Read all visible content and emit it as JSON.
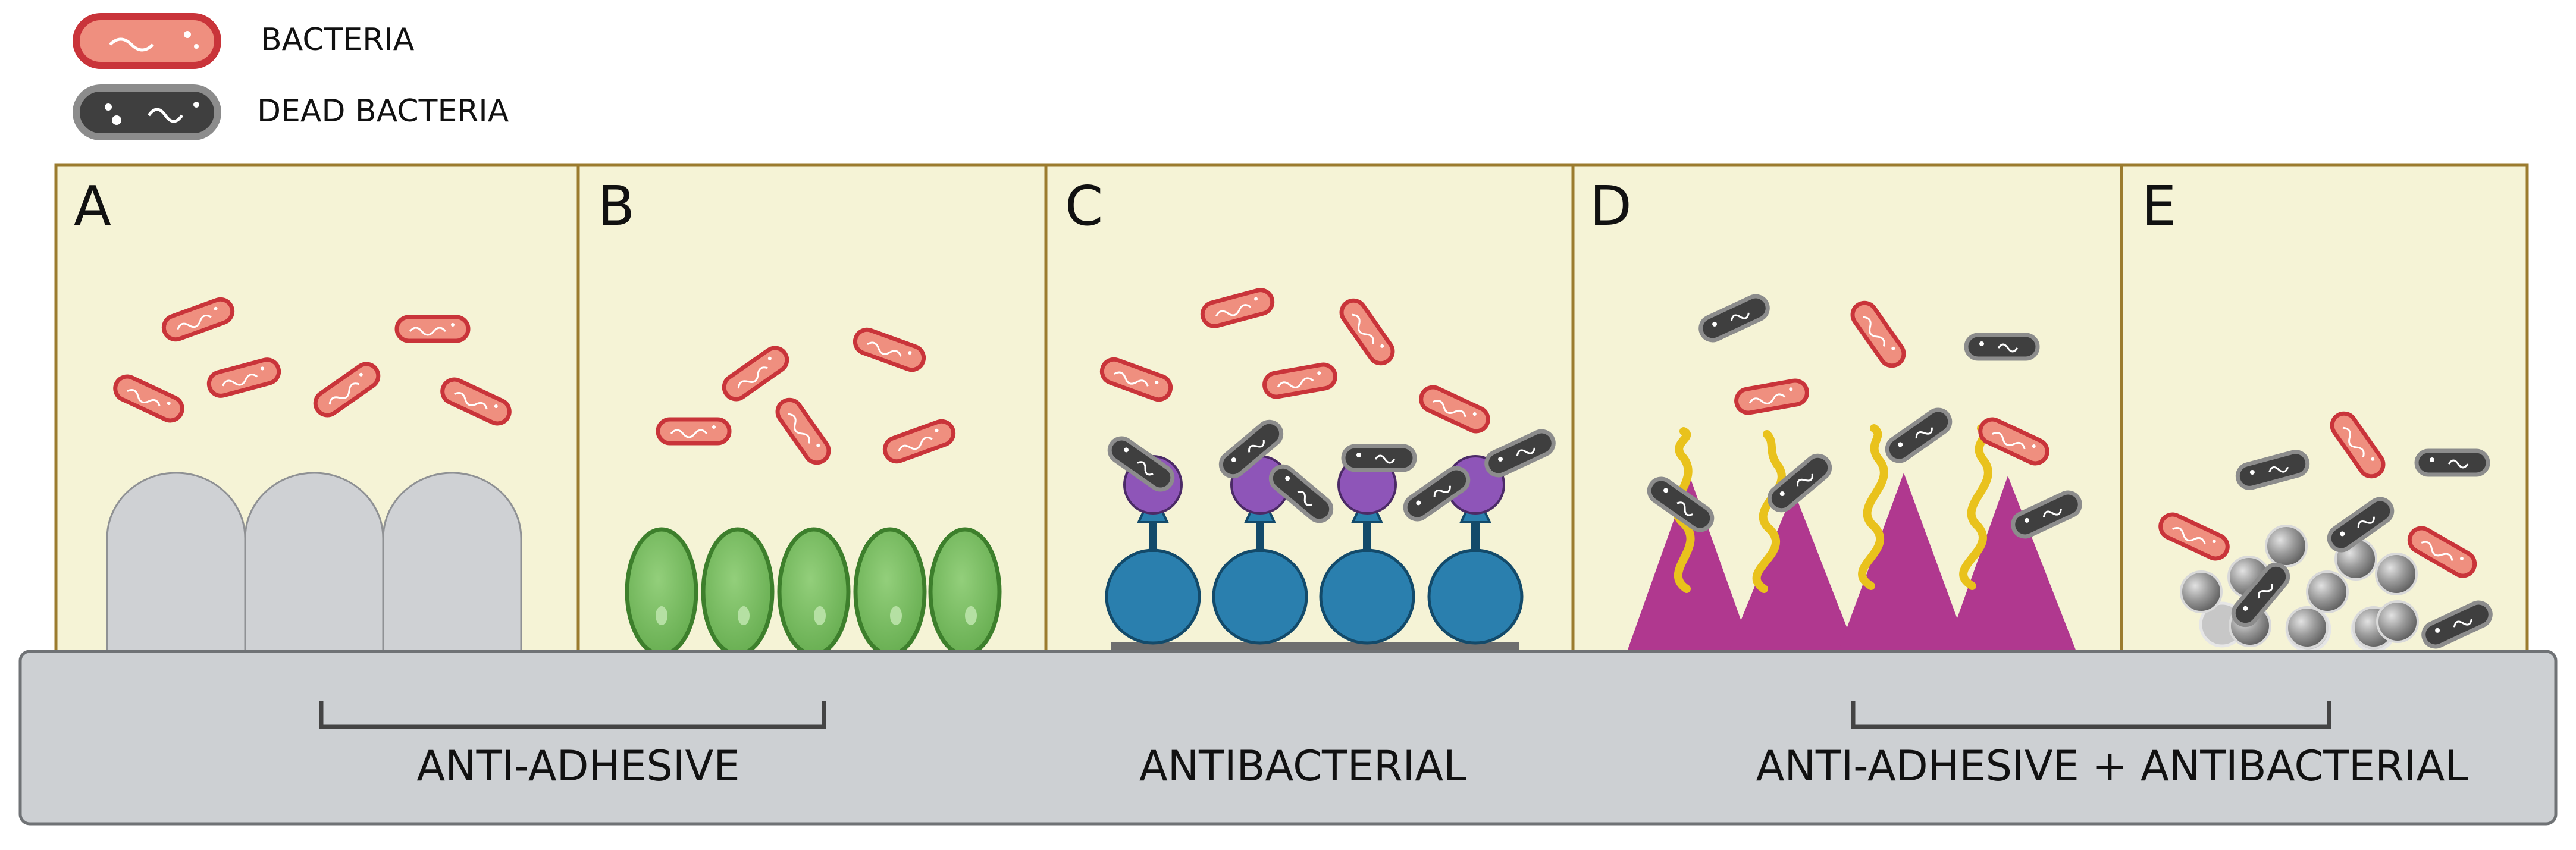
{
  "legend": {
    "bacteria_label": "BACTERIA",
    "dead_bacteria_label": "DEAD BACTERIA"
  },
  "panels": {
    "a": {
      "letter": "A"
    },
    "b": {
      "letter": "B"
    },
    "c": {
      "letter": "C"
    },
    "d": {
      "letter": "D"
    },
    "e": {
      "letter": "E"
    }
  },
  "categories": {
    "anti_adhesive": "ANTI-ADHESIVE",
    "antibacterial": "ANTIBACTERIAL",
    "combined": "ANTI-ADHESIVE + ANTIBACTERIAL"
  },
  "colors": {
    "panel_bg": "#f5f3d6",
    "panel_border": "#9b7b2e",
    "substrate": "#cdd0d3",
    "bacteria_fill": "#ef8f7f",
    "bacteria_stroke": "#c9343a",
    "dead_fill": "#3f3f3f",
    "dead_stroke": "#8c8c8c",
    "dome": "#cfd1d4",
    "green_cell": "#72b95d",
    "purple": "#8e55b8",
    "blue_sphere": "#2a7fae",
    "magenta": "#b0388f",
    "yellow_chain": "#e9c21c",
    "grey_np": "#8e8e8e"
  }
}
